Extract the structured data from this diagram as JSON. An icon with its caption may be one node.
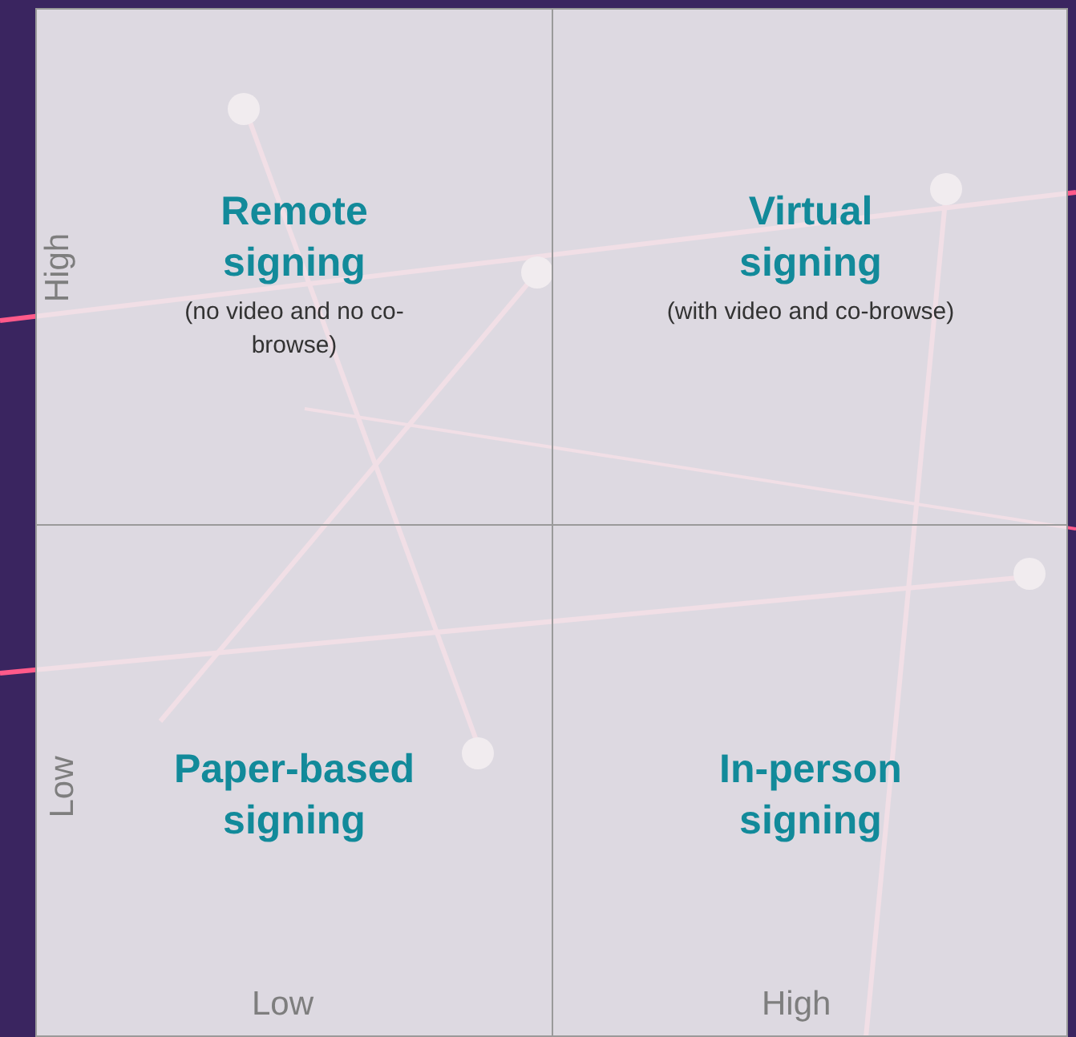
{
  "diagram": {
    "nodes": [
      {
        "text": [
          "Remote signing",
          "(no video and no co-browse)"
        ]
      },
      {
        "text": [
          "Virtual signing",
          "(with video and co-browse)"
        ]
      },
      {
        "text": [
          "Paper-based signing"
        ]
      },
      {
        "text": [
          "In-person signing"
        ]
      }
    ],
    "labels": [
      "High",
      "Low",
      "Low",
      "High"
    ]
  }
}
